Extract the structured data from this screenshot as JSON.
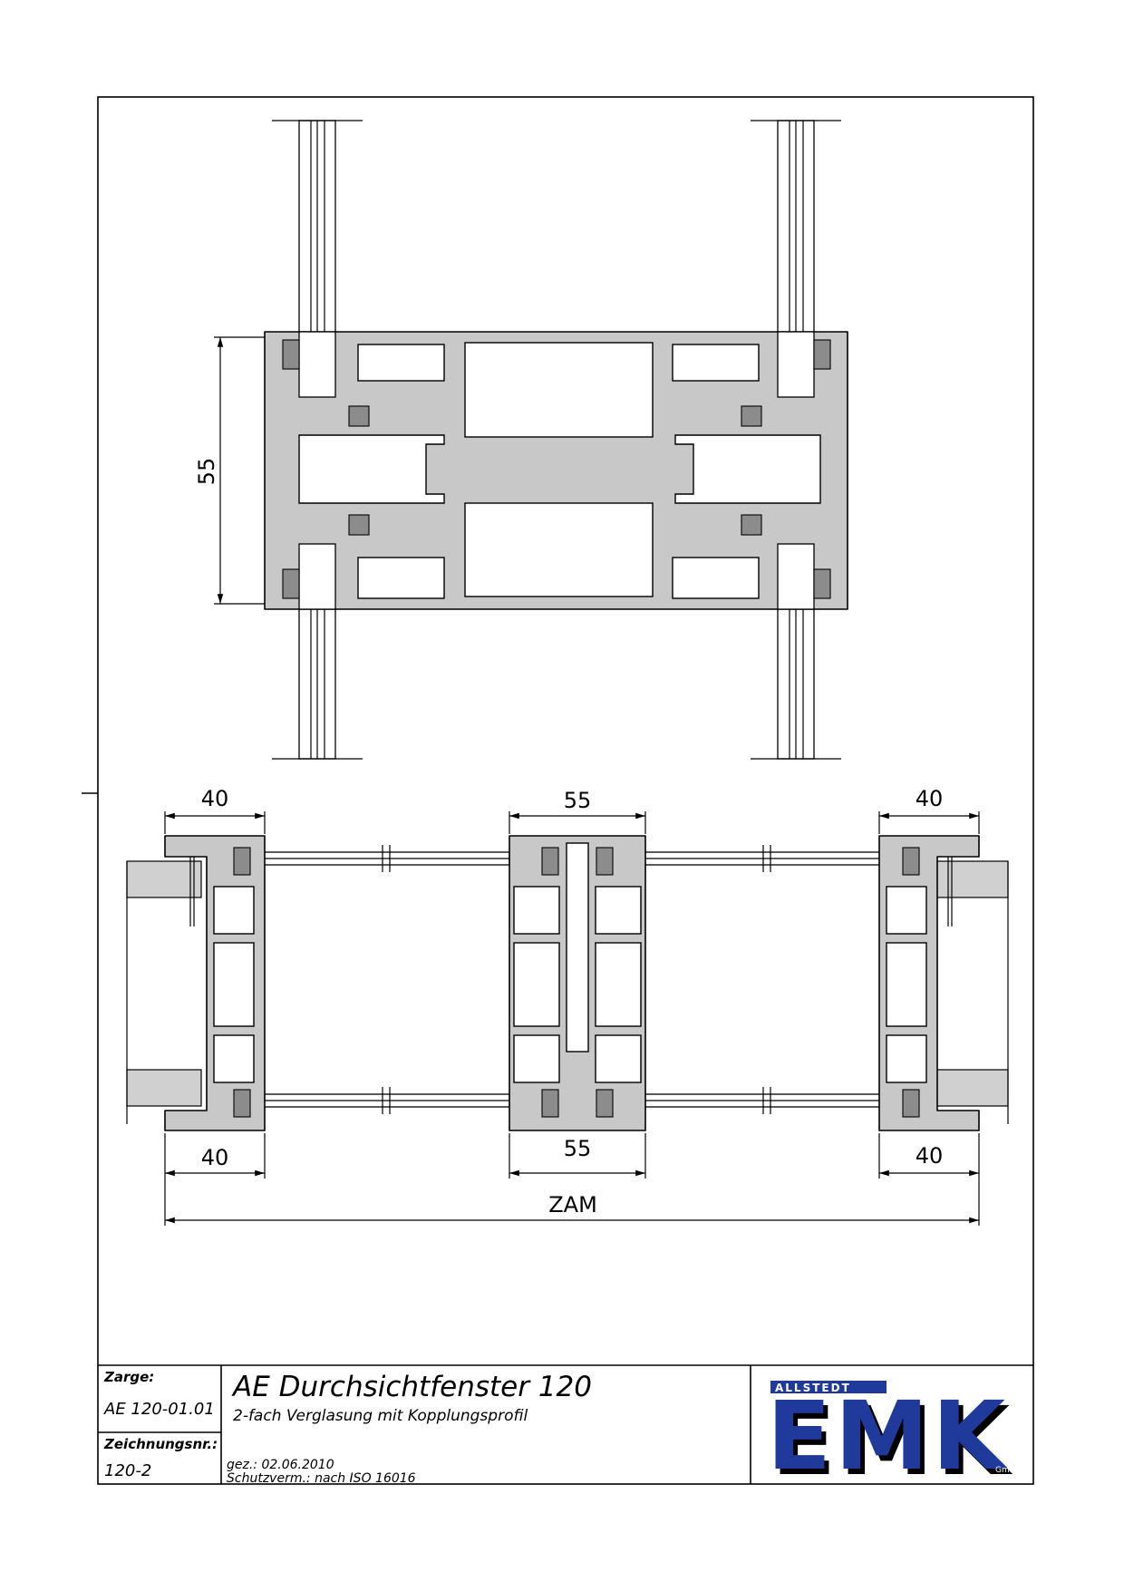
{
  "vertical_section": {
    "dim_height": "55"
  },
  "horizontal_section": {
    "dim_top_left": "40",
    "dim_top_center": "55",
    "dim_top_right": "40",
    "dim_bottom_left": "40",
    "dim_bottom_center": "55",
    "dim_bottom_right": "40",
    "dim_overall": "ZAM"
  },
  "title_block": {
    "zarge_label": "Zarge:",
    "zarge_value": "AE 120-01.01",
    "drawing_no_label": "Zeichnungsnr.:",
    "drawing_no_value": "120-2",
    "title": "AE Durchsichtfenster 120",
    "subtitle": "2-fach Verglasung mit Kopplungsprofil",
    "drawn_by": "gez.:  02.06.2010",
    "protection": "Schutzverm.:  nach ISO 16016"
  },
  "logo": {
    "brand": "EMK",
    "top_text": "ALLSTEDT",
    "suffix": "GmbH",
    "colors": {
      "primary": "#1f3a9a",
      "shadow": "#000000",
      "bar": "#1f3a9a"
    }
  }
}
